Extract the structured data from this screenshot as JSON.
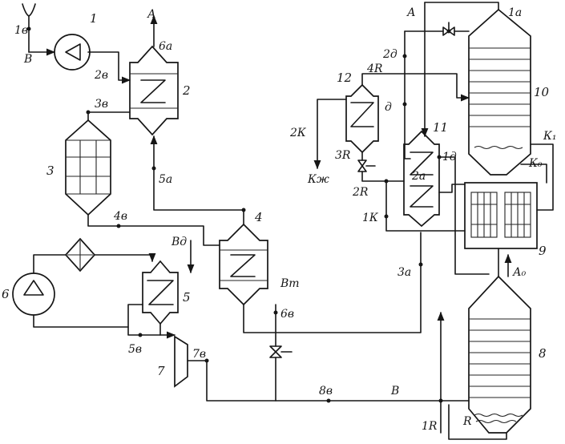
{
  "equipment_numbers": {
    "n1": "1",
    "n2": "2",
    "n3": "3",
    "n4": "4",
    "n5": "5",
    "n6": "6",
    "n7": "7",
    "n8": "8",
    "n9": "9",
    "n10": "10",
    "n11": "11",
    "n12": "12"
  },
  "stream_labels": {
    "s1b": "1в",
    "s2b": "2в",
    "s3b": "3в",
    "s4b": "4в",
    "s5b": "5в",
    "s6b": "6в",
    "s7b": "7в",
    "s8b": "8в",
    "s5a": "5а",
    "s6a": "6а",
    "s1a": "1а",
    "s2a": "2а",
    "s3a": "3а",
    "s1d": "1д",
    "s2d": "2д",
    "sd": "д",
    "s2k": "2К",
    "s1k": "1К",
    "s2r": "2R",
    "s3r": "3R",
    "s4r": "4R",
    "s1r": "1R",
    "b": "В",
    "b2": "В",
    "a1": "А",
    "a2": "А",
    "a0": "А₀",
    "bd": "Вд",
    "bt": "Вт",
    "k1": "К₁",
    "k0": "К₀",
    "kzh": "Кж",
    "r": "R"
  }
}
